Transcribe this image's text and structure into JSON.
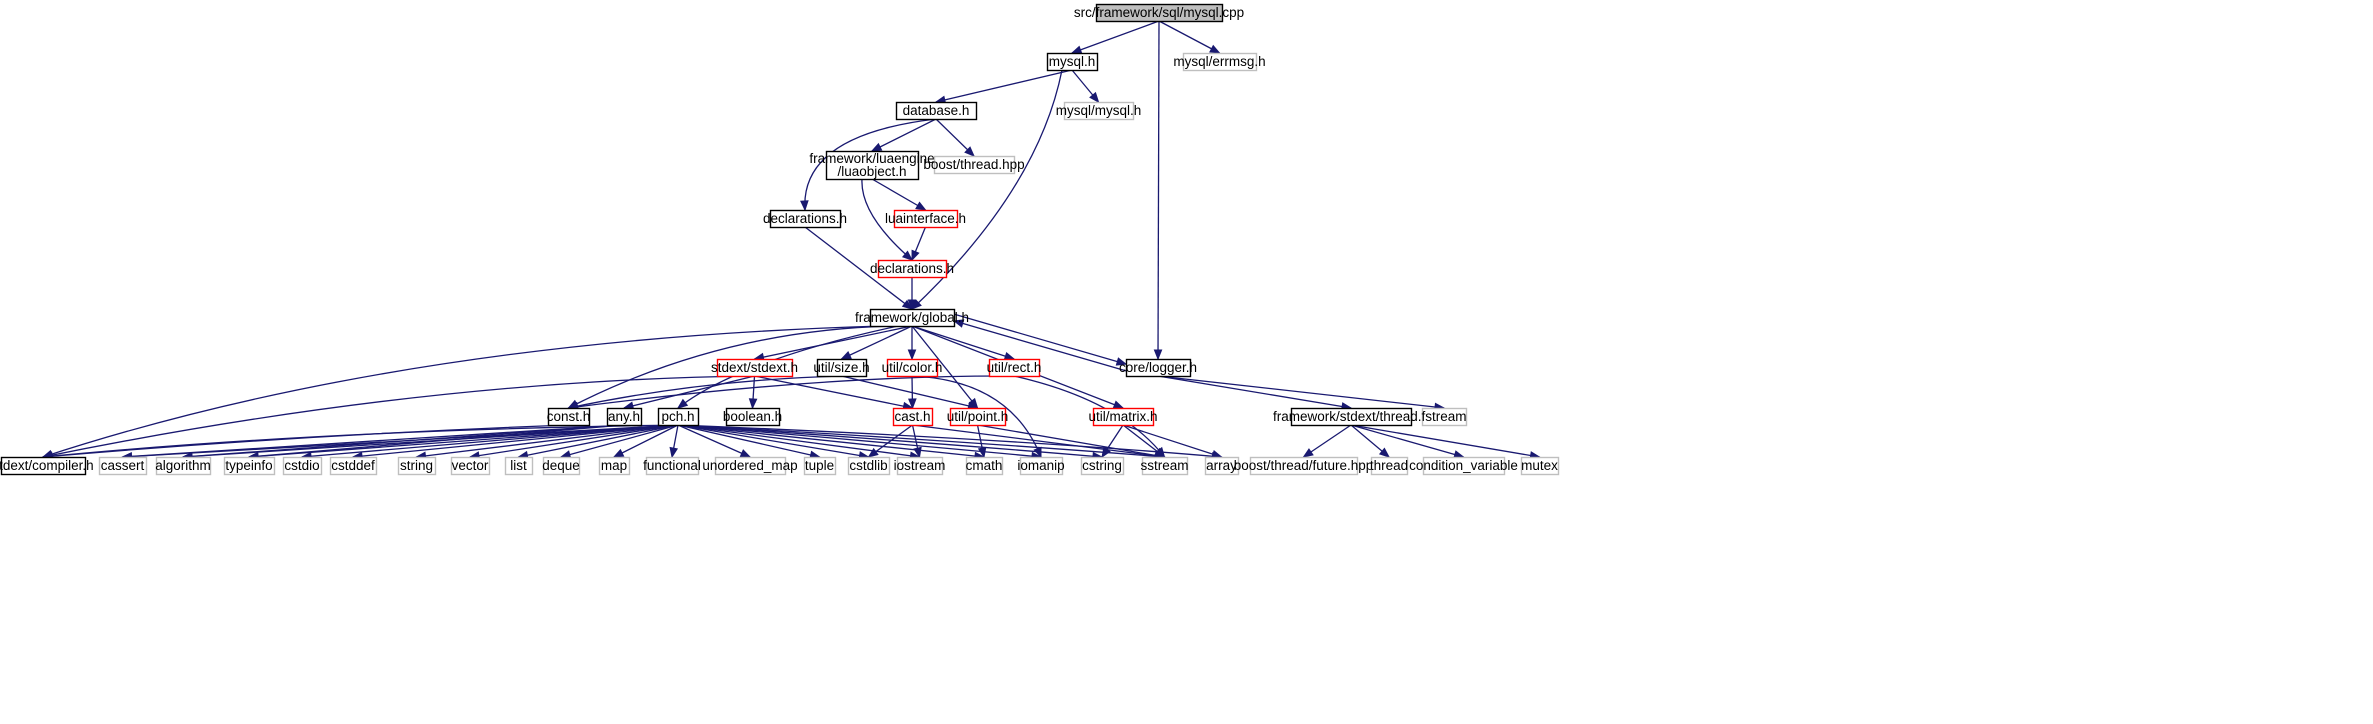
{
  "colors": {
    "edge": "#191970",
    "root_fill": "#bfbfbf",
    "documented_border": "#000000",
    "truncated_border": "#ff0000",
    "external_border": "#bfbfbf"
  },
  "nodes": [
    {
      "id": "root",
      "label": "src/framework/sql/mysql.cpp",
      "kind": "root"
    },
    {
      "id": "mysql_h",
      "label": "mysql.h",
      "kind": "documented"
    },
    {
      "id": "mysql_errmsg",
      "label": "mysql/errmsg.h",
      "kind": "external"
    },
    {
      "id": "database_h",
      "label": "database.h",
      "kind": "documented"
    },
    {
      "id": "mysql_mysql",
      "label": "mysql/mysql.h",
      "kind": "external"
    },
    {
      "id": "luaobject",
      "label": "framework/luaengine\n/luaobject.h",
      "kind": "documented"
    },
    {
      "id": "boost_thread",
      "label": "boost/thread.hpp",
      "kind": "external"
    },
    {
      "id": "declarations_a",
      "label": "declarations.h",
      "kind": "documented"
    },
    {
      "id": "luainterface",
      "label": "luainterface.h",
      "kind": "truncated"
    },
    {
      "id": "declarations_b",
      "label": "declarations.h",
      "kind": "truncated"
    },
    {
      "id": "global",
      "label": "framework/global.h",
      "kind": "documented"
    },
    {
      "id": "stdext_stdext",
      "label": "stdext/stdext.h",
      "kind": "truncated"
    },
    {
      "id": "util_size",
      "label": "util/size.h",
      "kind": "documented"
    },
    {
      "id": "util_color",
      "label": "util/color.h",
      "kind": "truncated"
    },
    {
      "id": "util_rect",
      "label": "util/rect.h",
      "kind": "truncated"
    },
    {
      "id": "core_logger",
      "label": "core/logger.h",
      "kind": "documented"
    },
    {
      "id": "const_h",
      "label": "const.h",
      "kind": "documented"
    },
    {
      "id": "any_h",
      "label": "any.h",
      "kind": "documented"
    },
    {
      "id": "pch_h",
      "label": "pch.h",
      "kind": "documented"
    },
    {
      "id": "boolean_h",
      "label": "boolean.h",
      "kind": "documented"
    },
    {
      "id": "cast_h",
      "label": "cast.h",
      "kind": "truncated"
    },
    {
      "id": "util_point",
      "label": "util/point.h",
      "kind": "truncated"
    },
    {
      "id": "util_matrix",
      "label": "util/matrix.h",
      "kind": "truncated"
    },
    {
      "id": "stdext_thread",
      "label": "framework/stdext/thread.h",
      "kind": "documented"
    },
    {
      "id": "fstream",
      "label": "fstream",
      "kind": "external"
    },
    {
      "id": "compiler_h",
      "label": "stdext/compiler.h",
      "kind": "documented"
    },
    {
      "id": "cassert",
      "label": "cassert",
      "kind": "external"
    },
    {
      "id": "algorithm",
      "label": "algorithm",
      "kind": "external"
    },
    {
      "id": "typeinfo",
      "label": "typeinfo",
      "kind": "external"
    },
    {
      "id": "cstdio",
      "label": "cstdio",
      "kind": "external"
    },
    {
      "id": "cstddef",
      "label": "cstddef",
      "kind": "external"
    },
    {
      "id": "string",
      "label": "string",
      "kind": "external"
    },
    {
      "id": "vector",
      "label": "vector",
      "kind": "external"
    },
    {
      "id": "list",
      "label": "list",
      "kind": "external"
    },
    {
      "id": "deque",
      "label": "deque",
      "kind": "external"
    },
    {
      "id": "map",
      "label": "map",
      "kind": "external"
    },
    {
      "id": "functional",
      "label": "functional",
      "kind": "external"
    },
    {
      "id": "unordered_map",
      "label": "unordered_map",
      "kind": "external"
    },
    {
      "id": "tuple",
      "label": "tuple",
      "kind": "external"
    },
    {
      "id": "cstdlib",
      "label": "cstdlib",
      "kind": "external"
    },
    {
      "id": "iostream",
      "label": "iostream",
      "kind": "external"
    },
    {
      "id": "cmath",
      "label": "cmath",
      "kind": "external"
    },
    {
      "id": "iomanip",
      "label": "iomanip",
      "kind": "external"
    },
    {
      "id": "cstring",
      "label": "cstring",
      "kind": "external"
    },
    {
      "id": "sstream",
      "label": "sstream",
      "kind": "external"
    },
    {
      "id": "array",
      "label": "array",
      "kind": "external"
    },
    {
      "id": "future_hpp",
      "label": "boost/thread/future.hpp",
      "kind": "external"
    },
    {
      "id": "thread",
      "label": "thread",
      "kind": "external"
    },
    {
      "id": "condition_variable",
      "label": "condition_variable",
      "kind": "external"
    },
    {
      "id": "mutex",
      "label": "mutex",
      "kind": "external"
    }
  ],
  "edges": [
    [
      "root",
      "mysql_h"
    ],
    [
      "root",
      "mysql_errmsg"
    ],
    [
      "root",
      "core_logger"
    ],
    [
      "mysql_h",
      "database_h"
    ],
    [
      "mysql_h",
      "mysql_mysql"
    ],
    [
      "mysql_h",
      "global"
    ],
    [
      "database_h",
      "declarations_a"
    ],
    [
      "database_h",
      "luaobject"
    ],
    [
      "database_h",
      "boost_thread"
    ],
    [
      "luaobject",
      "luainterface"
    ],
    [
      "luaobject",
      "declarations_b"
    ],
    [
      "luainterface",
      "declarations_b"
    ],
    [
      "declarations_a",
      "global"
    ],
    [
      "declarations_b",
      "global"
    ],
    [
      "global",
      "compiler_h"
    ],
    [
      "global",
      "const_h"
    ],
    [
      "global",
      "stdext_stdext"
    ],
    [
      "global",
      "pch_h"
    ],
    [
      "global",
      "util_size"
    ],
    [
      "global",
      "util_color"
    ],
    [
      "global",
      "util_point"
    ],
    [
      "global",
      "util_rect"
    ],
    [
      "global",
      "util_matrix"
    ],
    [
      "global",
      "core_logger"
    ],
    [
      "core_logger",
      "global"
    ],
    [
      "stdext_stdext",
      "compiler_h"
    ],
    [
      "stdext_stdext",
      "any_h"
    ],
    [
      "stdext_stdext",
      "boolean_h"
    ],
    [
      "stdext_stdext",
      "cast_h"
    ],
    [
      "util_size",
      "const_h"
    ],
    [
      "util_size",
      "util_point"
    ],
    [
      "util_color",
      "cast_h"
    ],
    [
      "util_color",
      "iomanip"
    ],
    [
      "util_rect",
      "const_h"
    ],
    [
      "util_rect",
      "sstream"
    ],
    [
      "const_h",
      "compiler_h"
    ],
    [
      "any_h",
      "algorithm"
    ],
    [
      "any_h",
      "cassert"
    ],
    [
      "any_h",
      "typeinfo"
    ],
    [
      "pch_h",
      "compiler_h"
    ],
    [
      "pch_h",
      "cassert"
    ],
    [
      "pch_h",
      "algorithm"
    ],
    [
      "pch_h",
      "typeinfo"
    ],
    [
      "pch_h",
      "cstdio"
    ],
    [
      "pch_h",
      "cstddef"
    ],
    [
      "pch_h",
      "string"
    ],
    [
      "pch_h",
      "vector"
    ],
    [
      "pch_h",
      "list"
    ],
    [
      "pch_h",
      "deque"
    ],
    [
      "pch_h",
      "map"
    ],
    [
      "pch_h",
      "functional"
    ],
    [
      "pch_h",
      "unordered_map"
    ],
    [
      "pch_h",
      "tuple"
    ],
    [
      "pch_h",
      "cstdlib"
    ],
    [
      "pch_h",
      "iostream"
    ],
    [
      "pch_h",
      "cmath"
    ],
    [
      "pch_h",
      "iomanip"
    ],
    [
      "pch_h",
      "cstring"
    ],
    [
      "pch_h",
      "sstream"
    ],
    [
      "pch_h",
      "array"
    ],
    [
      "cast_h",
      "cstdlib"
    ],
    [
      "cast_h",
      "iostream"
    ],
    [
      "cast_h",
      "sstream"
    ],
    [
      "util_point",
      "cmath"
    ],
    [
      "util_point",
      "sstream"
    ],
    [
      "util_matrix",
      "cstring"
    ],
    [
      "util_matrix",
      "sstream"
    ],
    [
      "util_matrix",
      "array"
    ],
    [
      "core_logger",
      "stdext_thread"
    ],
    [
      "core_logger",
      "fstream"
    ],
    [
      "stdext_thread",
      "future_hpp"
    ],
    [
      "stdext_thread",
      "thread"
    ],
    [
      "stdext_thread",
      "condition_variable"
    ],
    [
      "stdext_thread",
      "mutex"
    ]
  ]
}
